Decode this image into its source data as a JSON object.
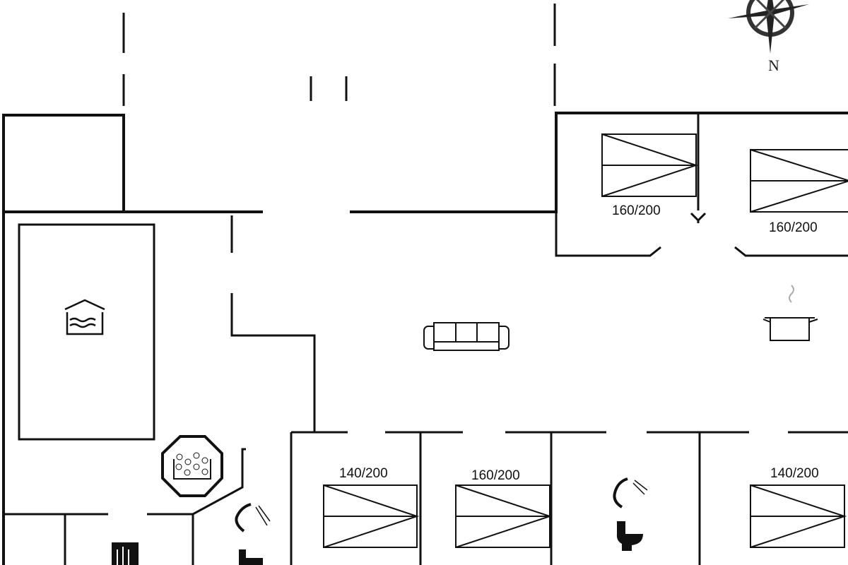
{
  "compass": {
    "label": "N"
  },
  "bedrooms": [
    {
      "bed_size": "160/200"
    },
    {
      "bed_size": "160/200"
    },
    {
      "bed_size": "140/200"
    },
    {
      "bed_size": "160/200"
    },
    {
      "bed_size": "140/200"
    }
  ],
  "icons": [
    "pool-icon",
    "hot-tub-icon",
    "sofa-icon",
    "kitchen-pot-icon",
    "shower-icon",
    "toilet-icon",
    "sauna-icon",
    "compass-rose-icon"
  ],
  "colors": {
    "wall": "#111111",
    "background": "#ffffff"
  }
}
